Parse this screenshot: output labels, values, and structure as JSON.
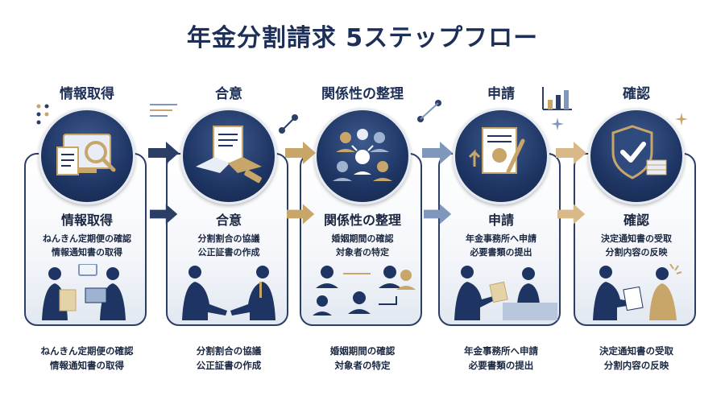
{
  "title": "年金分割請求 5ステップフロー",
  "steps": [
    {
      "heading": "情報取得",
      "card_title": "情報取得",
      "card_lines": [
        "ねんきん定期便の確認",
        "情報通知書の取得"
      ],
      "bottom_lines": [
        "ねんきん定期便の確認",
        "情報通知書の取得"
      ],
      "icon": "document-search-icon"
    },
    {
      "heading": "合意",
      "card_title": "合意",
      "card_lines": [
        "分割割合の協議",
        "公正証書の作成"
      ],
      "bottom_lines": [
        "分割割合の協議",
        "公正証書の作成"
      ],
      "icon": "handshake-icon"
    },
    {
      "heading": "関係性の整理",
      "card_title": "関係性の整理",
      "card_lines": [
        "婚姻期間の確認",
        "対象者の特定"
      ],
      "bottom_lines": [
        "婚姻期間の確認",
        "対象者の特定"
      ],
      "icon": "people-network-icon"
    },
    {
      "heading": "申請",
      "card_title": "申請",
      "card_lines": [
        "年金事務所へ申請",
        "必要書類の提出"
      ],
      "bottom_lines": [
        "年金事務所へ申請",
        "必要書類の提出"
      ],
      "icon": "certificate-pen-icon"
    },
    {
      "heading": "確認",
      "card_title": "確認",
      "card_lines": [
        "決定通知書の受取",
        "分割内容の反映"
      ],
      "bottom_lines": [
        "決定通知書の受取",
        "分割内容の反映"
      ],
      "icon": "shield-check-icon"
    }
  ],
  "colors": {
    "navy": "#1e3563",
    "gold": "#c8a66a",
    "steel": "#7f97bb",
    "border": "#2b3e66"
  }
}
